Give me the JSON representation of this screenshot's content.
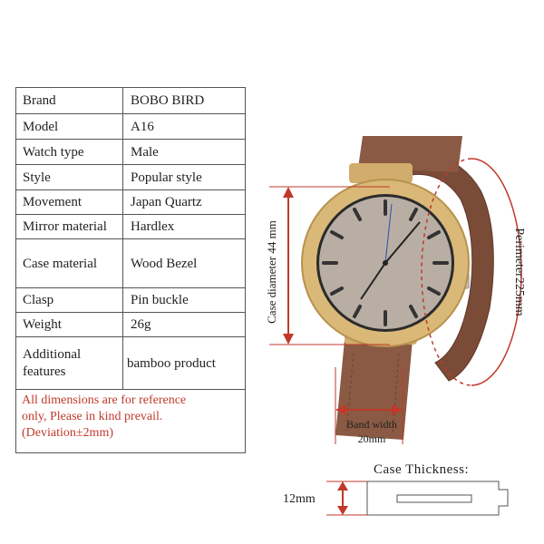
{
  "specs": [
    {
      "key": "Brand",
      "value": "BOBO BIRD"
    },
    {
      "key": "Model",
      "value": "A16"
    },
    {
      "key": "Watch type",
      "value": "Male"
    },
    {
      "key": "Style",
      "value": "Popular style"
    },
    {
      "key": "Movement",
      "value": "Japan Quartz"
    },
    {
      "key": "Mirror material",
      "value": "Hardlex"
    },
    {
      "key": "Case material",
      "value": "Wood Bezel"
    },
    {
      "key": "Clasp",
      "value": "Pin buckle"
    },
    {
      "key": "Weight",
      "value": "26g"
    },
    {
      "key": "Additional features",
      "key_line1": "Additional",
      "key_line2": "features",
      "value": "bamboo product"
    }
  ],
  "note": {
    "line1": "All dimensions are for reference",
    "line2": "only, Please in kind prevail.",
    "line3": "(Deviation±2mm)"
  },
  "dimensions": {
    "case_diameter": "Case diameter 44 mm",
    "perimeter": "Perimeter225mm",
    "band_width_label": "Band width",
    "band_width_value": "20mm",
    "case_thickness_label": "Case  Thickness:",
    "case_thickness_value": "12mm"
  },
  "colors": {
    "accent_red": "#c0392b",
    "wood": "#d9b878",
    "leather": "#8a5a44",
    "dial": "#b9aea3"
  }
}
